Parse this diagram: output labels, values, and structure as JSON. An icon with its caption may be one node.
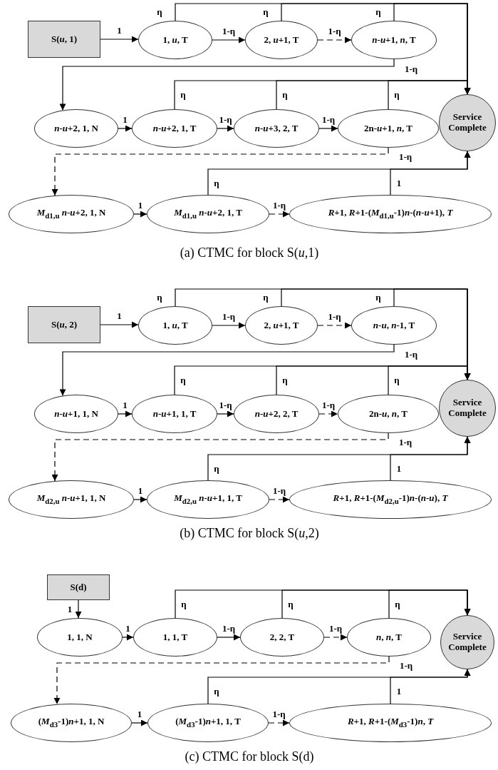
{
  "diagram": {
    "nodes": [
      {
        "text": [
          "S(*u*, 1)"
        ]
      },
      {
        "text": [
          "1, *u*, T"
        ]
      },
      {
        "text": [
          "2, *u*+1, T"
        ]
      },
      {
        "text": [
          "*n*-*u*+1, *n*, T"
        ]
      },
      {
        "text": [
          "*n*-*u*+2, 1, N"
        ]
      },
      {
        "text": [
          "*n*-*u*+2, 1, T"
        ]
      },
      {
        "text": [
          "*n*-*u*+3, 2, T"
        ]
      },
      {
        "text": [
          "2n-*u*+1, *n*, T"
        ]
      },
      {
        "text": [
          "Service Complete"
        ]
      },
      {
        "text": [
          "*M*$_{d1,u}$ *n*-*u*+2, 1, N"
        ]
      },
      {
        "text": [
          "*M*$_{d1,u}$ *n*-*u*+2, 1, T"
        ]
      },
      {
        "text": [
          "*R*+1, *R*+1-(*M*$_{d1,u}$-1)*n*-(*n*-*u*+1), *T*"
        ]
      },
      {
        "text": [
          "S(*u*, 2)"
        ]
      },
      {
        "text": [
          "1, *u*, T"
        ]
      },
      {
        "text": [
          "2, *u*+1, T"
        ]
      },
      {
        "text": [
          "*n*-*u*, *n*-1, T"
        ]
      },
      {
        "text": [
          "*n*-*u*+1, 1, N"
        ]
      },
      {
        "text": [
          "*n*-*u*+1, 1, T"
        ]
      },
      {
        "text": [
          "*n*-*u*+2, 2, T"
        ]
      },
      {
        "text": [
          "2n-*u*, *n*, T"
        ]
      },
      {
        "text": [
          "Service Complete"
        ]
      },
      {
        "text": [
          "*M*$_{d2,u}$ *n*-*u*+1, 1, N"
        ]
      },
      {
        "text": [
          "*M*$_{d2,u}$ *n*-*u*+1, 1, T"
        ]
      },
      {
        "text": [
          "*R*+1, *R*+1-(*M*$_{d2,u}$-1)*n*-(*n*-*u*), *T*"
        ]
      },
      {
        "text": [
          "S(d)"
        ]
      },
      {
        "text": [
          "1, 1, N"
        ]
      },
      {
        "text": [
          "1, 1, T"
        ]
      },
      {
        "text": [
          "2, 2, T"
        ]
      },
      {
        "text": [
          "*n*, *n*, T"
        ]
      },
      {
        "text": [
          "Service Complete"
        ]
      },
      {
        "text": [
          "(*M*$_{d3}$-1)*n*+1, 1, N"
        ]
      },
      {
        "text": [
          "(*M*$_{d3}$-1)*n*+1, 1, T"
        ]
      },
      {
        "text": [
          "*R*+1, *R*+1-(*M*$_{d3}$-1)*n*, *T*"
        ]
      }
    ],
    "edges": [
      {
        "from": 0,
        "to": 1,
        "arrow": "to",
        "label": "1"
      },
      {
        "from": 1,
        "to": 2,
        "arrow": "to",
        "label": "1-η"
      },
      {
        "from": 2,
        "to": 3,
        "arrow": "to",
        "label": "1-η",
        "style": "dashed"
      },
      {
        "from": 1,
        "to": 8,
        "arrow": "to",
        "label": "η"
      },
      {
        "from": 2,
        "to": 8,
        "arrow": "to",
        "label": "η"
      },
      {
        "from": 3,
        "to": 8,
        "arrow": "to",
        "label": "η"
      },
      {
        "from": 3,
        "to": 4,
        "arrow": "to",
        "label": "1-η"
      },
      {
        "from": 4,
        "to": 5,
        "arrow": "to",
        "label": "1"
      },
      {
        "from": 5,
        "to": 6,
        "arrow": "to",
        "label": "1-η"
      },
      {
        "from": 6,
        "to": 7,
        "arrow": "to",
        "label": "1-η"
      },
      {
        "from": 5,
        "to": 8,
        "arrow": "to",
        "label": "η"
      },
      {
        "from": 6,
        "to": 8,
        "arrow": "to",
        "label": "η"
      },
      {
        "from": 7,
        "to": 8,
        "arrow": "to",
        "label": "η"
      },
      {
        "from": 7,
        "to": 9,
        "arrow": "to",
        "label": "1-η",
        "style": "dashed"
      },
      {
        "from": 9,
        "to": 10,
        "arrow": "to",
        "label": "1"
      },
      {
        "from": 10,
        "to": 11,
        "arrow": "to",
        "label": "1-η",
        "style": "dashed"
      },
      {
        "from": 10,
        "to": 8,
        "arrow": "to",
        "label": "η"
      },
      {
        "from": 11,
        "to": 8,
        "arrow": "to",
        "label": "1"
      },
      {
        "from": 12,
        "to": 13,
        "arrow": "to",
        "label": "1"
      },
      {
        "from": 13,
        "to": 14,
        "arrow": "to",
        "label": "1-η"
      },
      {
        "from": 14,
        "to": 15,
        "arrow": "to",
        "label": "1-η",
        "style": "dashed"
      },
      {
        "from": 13,
        "to": 20,
        "arrow": "to",
        "label": "η"
      },
      {
        "from": 14,
        "to": 20,
        "arrow": "to",
        "label": "η"
      },
      {
        "from": 15,
        "to": 20,
        "arrow": "to",
        "label": "η"
      },
      {
        "from": 15,
        "to": 16,
        "arrow": "to",
        "label": "1-η"
      },
      {
        "from": 16,
        "to": 17,
        "arrow": "to",
        "label": "1"
      },
      {
        "from": 17,
        "to": 18,
        "arrow": "to",
        "label": "1-η"
      },
      {
        "from": 18,
        "to": 19,
        "arrow": "to",
        "label": "1-η",
        "style": "dashed"
      },
      {
        "from": 17,
        "to": 20,
        "arrow": "to",
        "label": "η"
      },
      {
        "from": 18,
        "to": 20,
        "arrow": "to",
        "label": "η"
      },
      {
        "from": 19,
        "to": 20,
        "arrow": "to",
        "label": "η"
      },
      {
        "from": 19,
        "to": 21,
        "arrow": "to",
        "label": "1-η",
        "style": "dashed"
      },
      {
        "from": 21,
        "to": 22,
        "arrow": "to",
        "label": "1"
      },
      {
        "from": 22,
        "to": 23,
        "arrow": "to",
        "label": "1-η",
        "style": "dashed"
      },
      {
        "from": 22,
        "to": 20,
        "arrow": "to",
        "label": "η"
      },
      {
        "from": 23,
        "to": 20,
        "arrow": "to",
        "label": "1"
      },
      {
        "from": 24,
        "to": 25,
        "arrow": "to",
        "label": "1"
      },
      {
        "from": 25,
        "to": 26,
        "arrow": "to",
        "label": "1"
      },
      {
        "from": 26,
        "to": 27,
        "arrow": "to",
        "label": "1-η"
      },
      {
        "from": 27,
        "to": 28,
        "arrow": "to",
        "label": "1-η",
        "style": "dashed"
      },
      {
        "from": 26,
        "to": 29,
        "arrow": "to",
        "label": "η"
      },
      {
        "from": 27,
        "to": 29,
        "arrow": "to",
        "label": "η"
      },
      {
        "from": 28,
        "to": 29,
        "arrow": "to",
        "label": "η"
      },
      {
        "from": 28,
        "to": 30,
        "arrow": "to",
        "label": "1-η",
        "style": "dashed"
      },
      {
        "from": 30,
        "to": 31,
        "arrow": "to",
        "label": "1"
      },
      {
        "from": 31,
        "to": 32,
        "arrow": "to",
        "label": "1-η",
        "style": "dashed"
      },
      {
        "from": 31,
        "to": 29,
        "arrow": "to",
        "label": "η"
      },
      {
        "from": 32,
        "to": 29,
        "arrow": "to",
        "label": "1"
      }
    ],
    "labels": [
      "(a) CTMC for block S(*u*,1)",
      "(b) CTMC for block S(*u*,2)",
      "(c) CTMC for block S(d)"
    ]
  }
}
